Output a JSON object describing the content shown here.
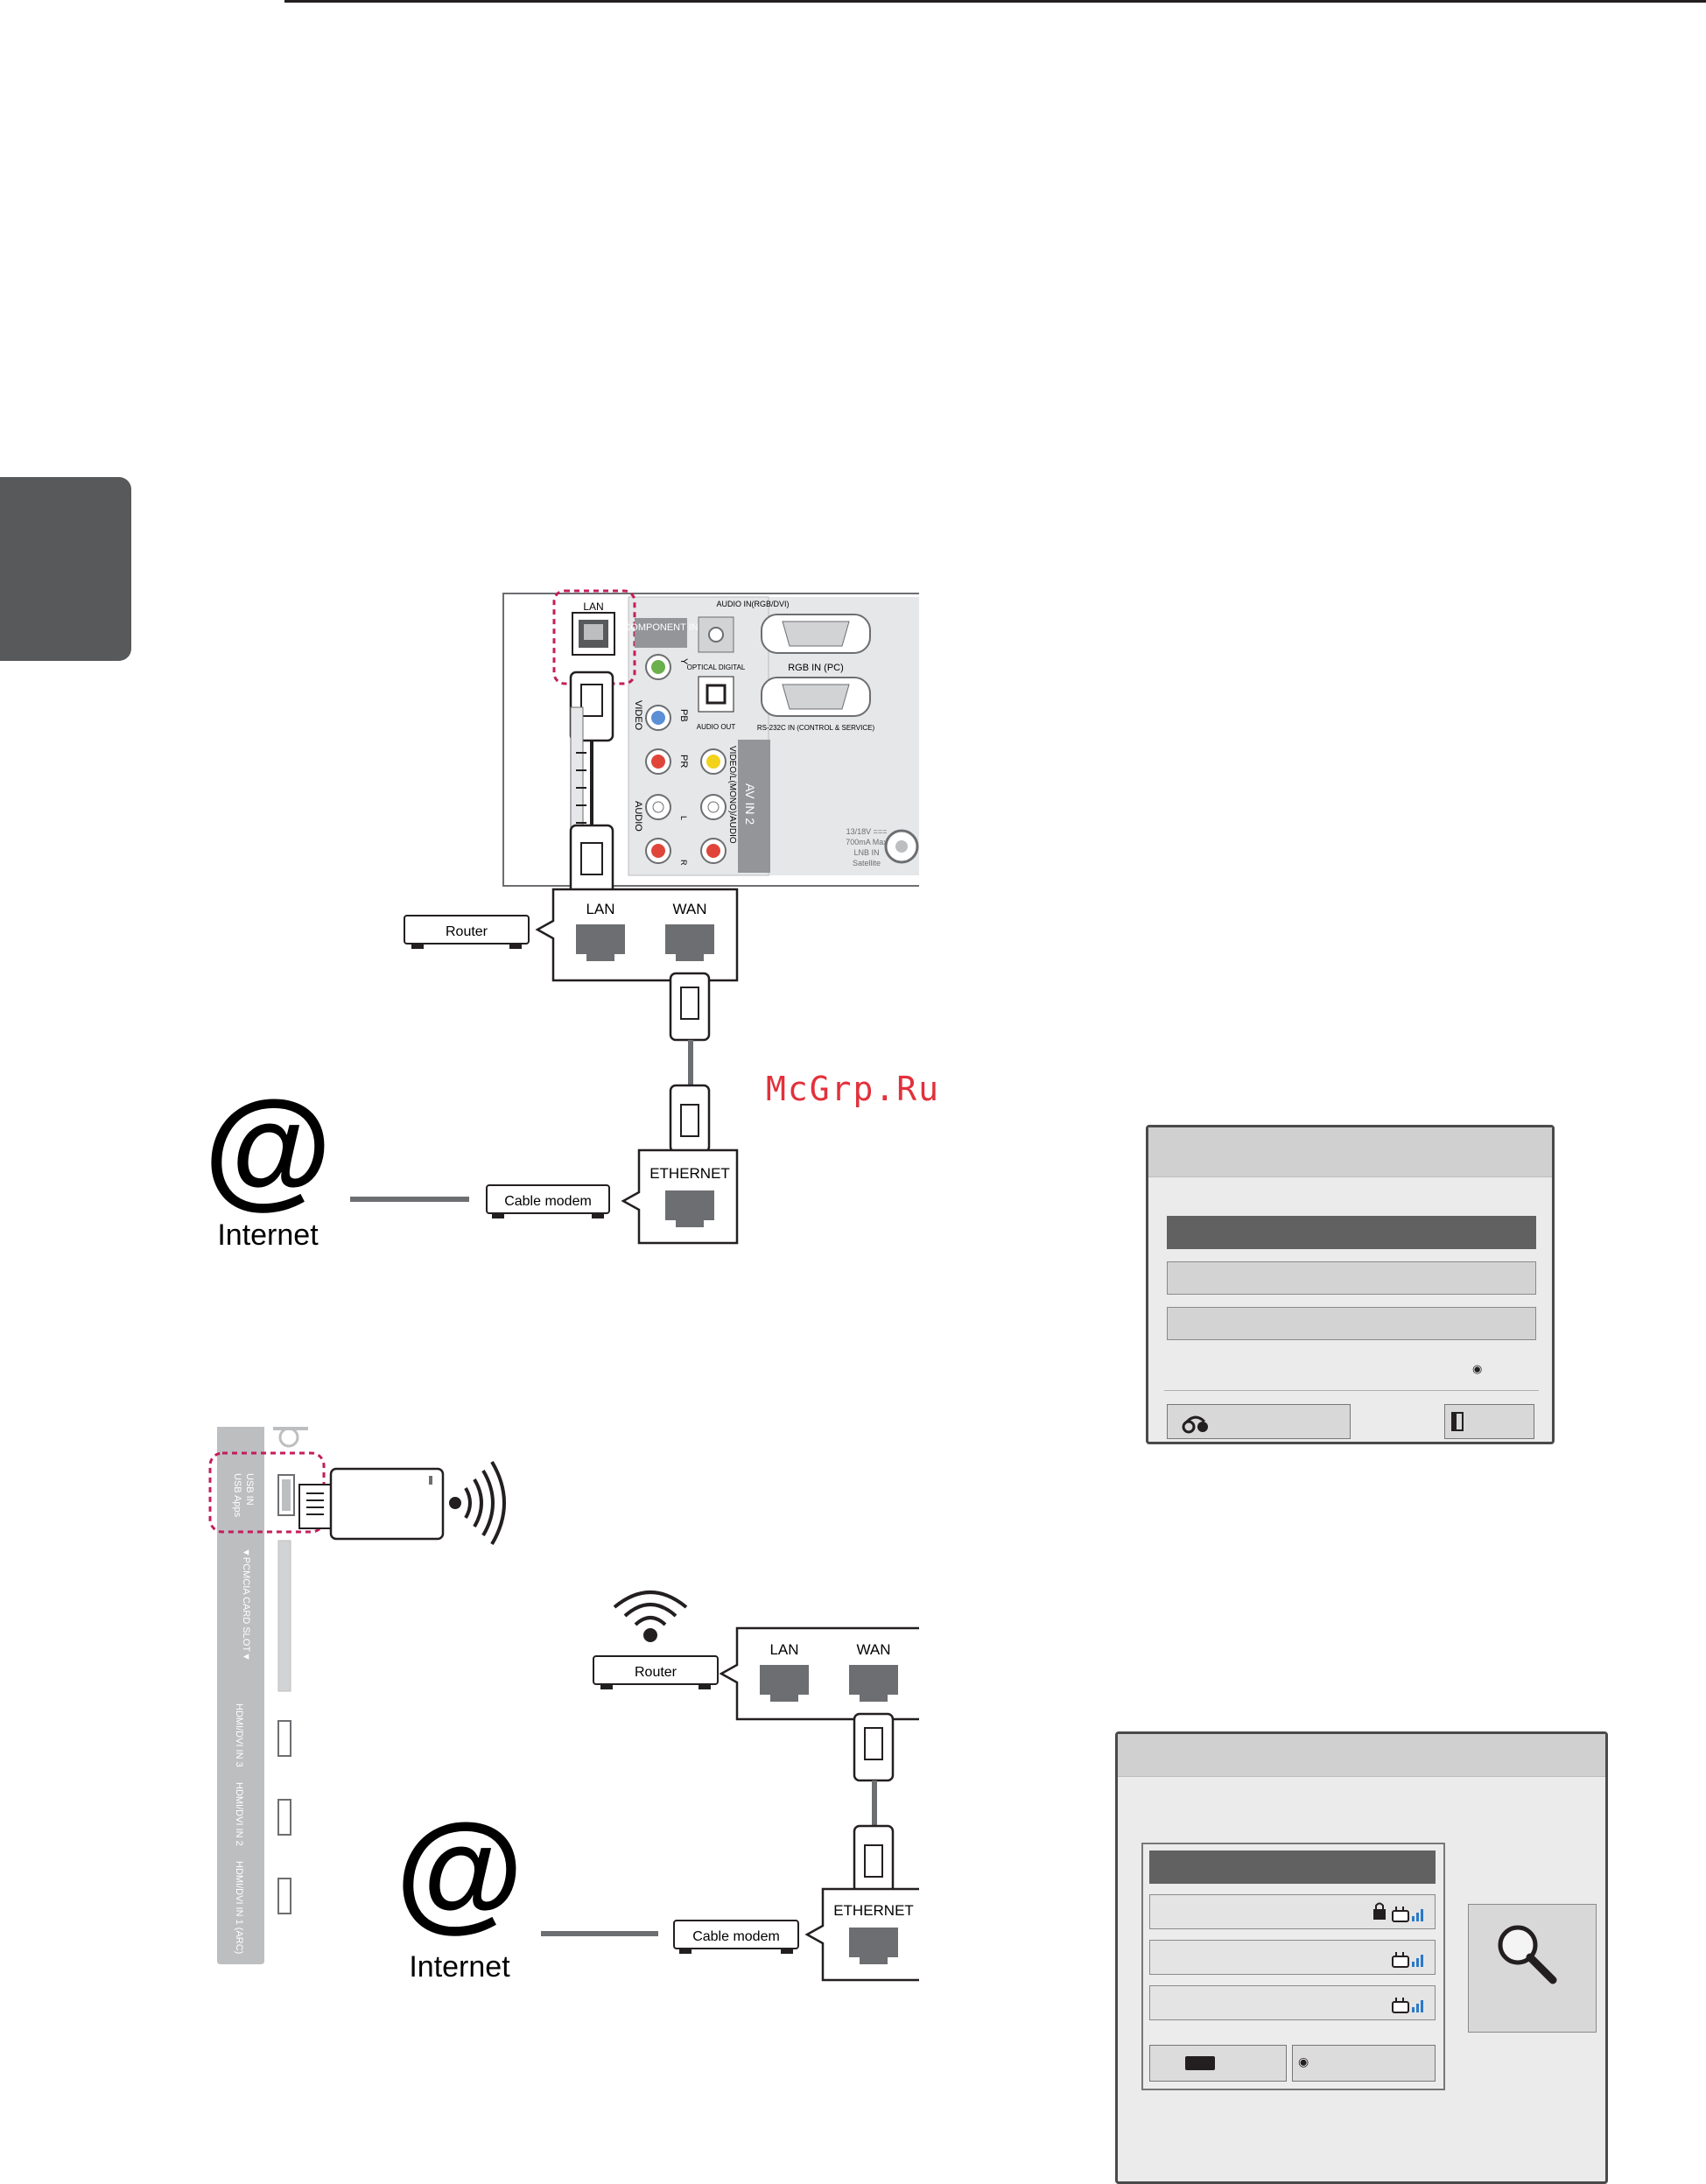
{
  "watermark": "McGrp.Ru",
  "wired_diagram": {
    "panel": {
      "lan": "LAN",
      "audio_in_rgb_dvi": "AUDIO IN(RGB/DVI)",
      "component_in": "COMPONENT IN",
      "y": "Y",
      "pb": "PB",
      "pr": "PR",
      "video": "VIDEO",
      "audio": "AUDIO",
      "l": "L",
      "r": "R",
      "optical_digital": "OPTICAL DIGITAL",
      "audio_out": "AUDIO OUT",
      "rgb_in_pc": "RGB IN (PC)",
      "rs232c": "RS-232C IN (CONTROL & SERVICE)",
      "av_in_2": "AV IN 2",
      "video_mono_audio": "VIDEO/L(MONO)/AUDIO",
      "satellite_1": "13/18V ===",
      "satellite_2": "700mA Max",
      "satellite_3": "LNB IN",
      "satellite_4": "Satellite"
    },
    "router_label": "Router",
    "router_lan": "LAN",
    "router_wan": "WAN",
    "modem_label": "Cable modem",
    "ethernet": "ETHERNET",
    "at_symbol": "@",
    "internet": "Internet"
  },
  "wireless_diagram": {
    "usb_label_1": "USB Apps",
    "usb_label_2": "USB IN",
    "pcmcia": "▼PCMCIA CARD SLOT▼",
    "hdmi3": "HDMI/DVI IN 3",
    "hdmi2": "HDMI/DVI IN 2",
    "hdmi1": "HDMI/DVI IN 1 (ARC)",
    "router_label": "Router",
    "router_lan": "LAN",
    "router_wan": "WAN",
    "modem_label": "Cable modem",
    "ethernet": "ETHERNET",
    "at_symbol": "@",
    "internet": "Internet"
  },
  "setting_window_1": {
    "radio_glyph": "◉"
  },
  "setting_window_2": {
    "radio_glyph": "◉"
  },
  "colors": {
    "text": "#231f20",
    "highlight_dash": "#c41e5a",
    "panel_gray": "#bcbec0",
    "port_dark": "#6d6e71",
    "rca_green": "#6ab04c",
    "rca_blue": "#5b8fd6",
    "rca_red": "#e0453a",
    "rca_yellow": "#f2d21b",
    "watermark": "#e2313b"
  }
}
